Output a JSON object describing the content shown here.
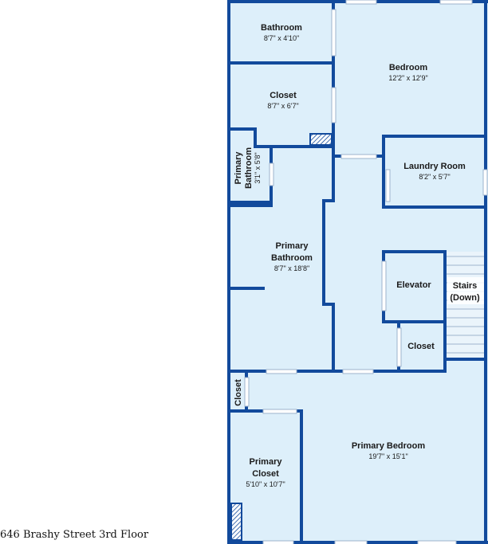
{
  "caption": "646 Brashy Street  3rd Floor",
  "colors": {
    "floor": "#ddeffa",
    "wall": "#124a9c",
    "hatch": "#124a9c",
    "background": "#ffffff"
  },
  "rooms": {
    "bathroom": {
      "name": "Bathroom",
      "dims": "8'7\" x 4'10\""
    },
    "bedroom": {
      "name": "Bedroom",
      "dims": "12'2\" x 12'9\""
    },
    "closet_top": {
      "name": "Closet",
      "dims": "8'7\" x 6'7\""
    },
    "laundry": {
      "name": "Laundry Room",
      "dims": "8'2\" x 5'7\""
    },
    "primary_bath_small": {
      "name_line1": "Primary",
      "name_line2": "Bathroom",
      "dims": "3'1\" x 5'8\""
    },
    "primary_bath": {
      "name_line1": "Primary",
      "name_line2": "Bathroom",
      "dims": "8'7\" x 18'8\""
    },
    "elevator": {
      "name": "Elevator"
    },
    "stairs": {
      "name_line1": "Stairs",
      "name_line2": "(Down)"
    },
    "closet_mid": {
      "name": "Closet"
    },
    "closet_small": {
      "name": "Closet"
    },
    "primary_bedroom": {
      "name": "Primary Bedroom",
      "dims": "19'7\" x 15'1\""
    },
    "primary_closet": {
      "name_line1": "Primary",
      "name_line2": "Closet",
      "dims": "5'10\" x 10'7\""
    }
  }
}
